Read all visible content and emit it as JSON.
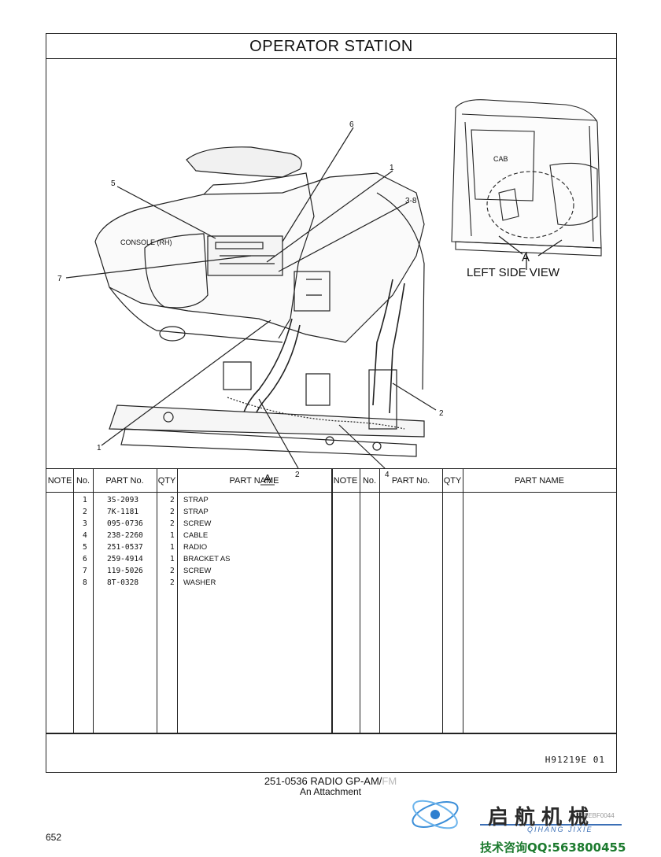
{
  "title": "OPERATOR  STATION",
  "drawing": {
    "console_label": "CONSOLE (RH)",
    "cab_label": "CAB",
    "view_letter_main": "A",
    "view_letter_inset": "A",
    "view_caption": "LEFT  SIDE  VIEW",
    "callouts": [
      "6",
      "1",
      "5",
      "3-8",
      "7",
      "2",
      "1",
      "2",
      "4"
    ]
  },
  "table": {
    "headers": [
      "NOTE",
      "No.",
      "PART No.",
      "QTY",
      "PART NAME",
      "NOTE",
      "No.",
      "PART No.",
      "QTY",
      "PART NAME"
    ],
    "rows": [
      {
        "no": "1",
        "part": "3S-2093",
        "qty": "2",
        "name": "STRAP"
      },
      {
        "no": "2",
        "part": "7K-1181",
        "qty": "2",
        "name": "STRAP"
      },
      {
        "no": "3",
        "part": "095-0736",
        "qty": "2",
        "name": "SCREW"
      },
      {
        "no": "4",
        "part": "238-2260",
        "qty": "1",
        "name": "CABLE"
      },
      {
        "no": "5",
        "part": "251-0537",
        "qty": "1",
        "name": "RADIO"
      },
      {
        "no": "6",
        "part": "259-4914",
        "qty": "1",
        "name": "BRACKET AS"
      },
      {
        "no": "7",
        "part": "119-5026",
        "qty": "2",
        "name": "SCREW"
      },
      {
        "no": "8",
        "part": "8T-0328",
        "qty": "2",
        "name": "WASHER"
      }
    ]
  },
  "illustration_code": "H91219E   01",
  "caption": {
    "main": "251-0536  RADIO  GP-AM/",
    "faded": "FM",
    "sub": "An Attachment"
  },
  "page_number": "652",
  "watermark": {
    "cn": "启航机械",
    "en": "QIHANG JIXIE",
    "code": "XEBF0044",
    "contact": "技术咨询QQ:563800455"
  }
}
